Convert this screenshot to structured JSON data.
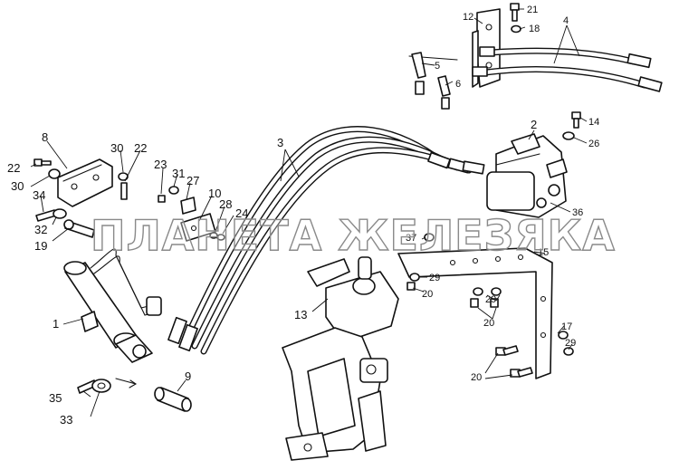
{
  "watermark": "ПЛАНЕТА ЖЕЛЕЗЯКА",
  "callouts": {
    "c1": "1",
    "c2": "2",
    "c3": "3",
    "c4": "4",
    "c5": "5",
    "c6": "6",
    "c8": "8",
    "c9": "9",
    "c10": "10",
    "c12": "12",
    "c13": "13",
    "c14": "14",
    "c15": "15",
    "c17": "17",
    "c18": "18",
    "c19": "19",
    "c20a": "20",
    "c20b": "20",
    "c20c": "20",
    "c21": "21",
    "c22a": "22",
    "c22b": "22",
    "c23": "23",
    "c24": "24",
    "c26": "26",
    "c27": "27",
    "c28": "28",
    "c29a": "29",
    "c29b": "29",
    "c29c": "29",
    "c30a": "30",
    "c30b": "30",
    "c31": "31",
    "c32": "32",
    "c33": "33",
    "c34": "34",
    "c35": "35",
    "c36": "36",
    "c37": "37"
  }
}
